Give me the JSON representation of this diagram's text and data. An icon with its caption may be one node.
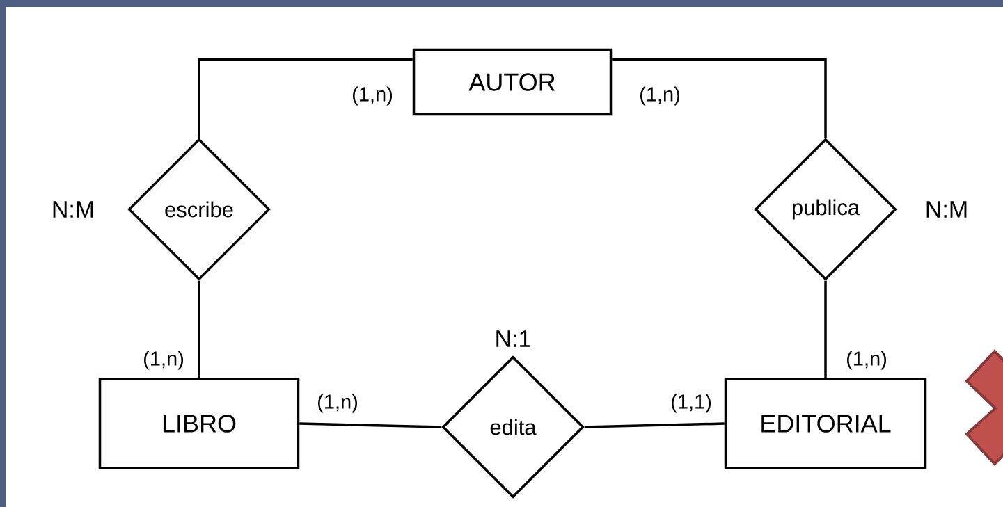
{
  "diagram": {
    "nodes": [
      {
        "text": [
          "AUTOR"
        ]
      },
      {
        "text": [
          "escribe"
        ],
        "beside": [
          "N:M"
        ]
      },
      {
        "text": [
          "publica"
        ],
        "beside": [
          "N:M"
        ]
      },
      {
        "text": [
          "LIBRO"
        ]
      },
      {
        "text": [
          "edita"
        ],
        "beside": [
          "N:1"
        ]
      },
      {
        "text": [
          "EDITORIAL"
        ]
      }
    ],
    "edges": [
      {
        "from": 0,
        "to": 1,
        "arrow": "none",
        "label": "(1,n)"
      },
      {
        "from": 1,
        "to": 3,
        "arrow": "none",
        "label": "(1,n)"
      },
      {
        "from": 0,
        "to": 2,
        "arrow": "none",
        "label": "(1,n)"
      },
      {
        "from": 2,
        "to": 5,
        "arrow": "none",
        "label": "(1,n)"
      },
      {
        "from": 3,
        "to": 4,
        "arrow": "none",
        "label": "(1,n)"
      },
      {
        "from": 4,
        "to": 5,
        "arrow": "none",
        "label": "(1,1)"
      }
    ]
  }
}
